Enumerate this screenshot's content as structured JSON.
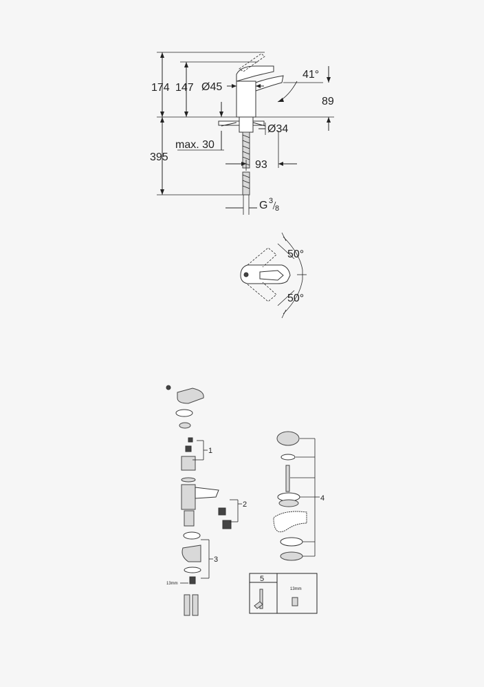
{
  "dimensions": {
    "d174": "174",
    "d147": "147",
    "d45": "Ø45",
    "d41": "41°",
    "d89": "89",
    "d34": "Ø34",
    "max30": "max. 30",
    "d395": "395",
    "d93": "93",
    "g_thread_g": "G",
    "g_thread_num": "3",
    "g_thread_den": "8"
  },
  "rotation": {
    "top_angle": "50°",
    "bottom_angle": "50°"
  },
  "parts": {
    "label1": "1",
    "label2": "2",
    "label3": "3",
    "label4": "4",
    "label5": "5",
    "wrench_left": "13mm",
    "wrench_box": "13mm"
  }
}
